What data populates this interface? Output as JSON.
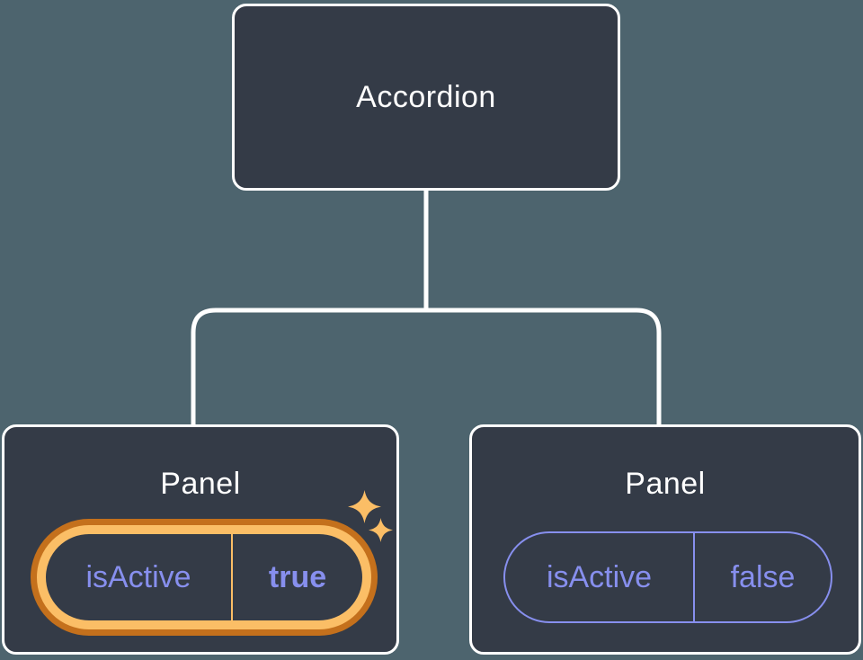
{
  "tree": {
    "root": {
      "label": "Accordion"
    },
    "children": [
      {
        "label": "Panel",
        "prop_name": "isActive",
        "prop_value": "true",
        "highlighted": true
      },
      {
        "label": "Panel",
        "prop_name": "isActive",
        "prop_value": "false",
        "highlighted": false
      }
    ]
  },
  "icons": {
    "sparkle": "✦"
  },
  "colors": {
    "background": "#4d646e",
    "node_fill": "#343b47",
    "node_border": "#ffffff",
    "connector": "#ffffff",
    "prop_purple": "#878fee",
    "highlight_orange_outer": "#c4701c",
    "highlight_orange_inner": "#fbbe66",
    "sparkle": "#fbbe66",
    "title_text": "#ffffff"
  }
}
